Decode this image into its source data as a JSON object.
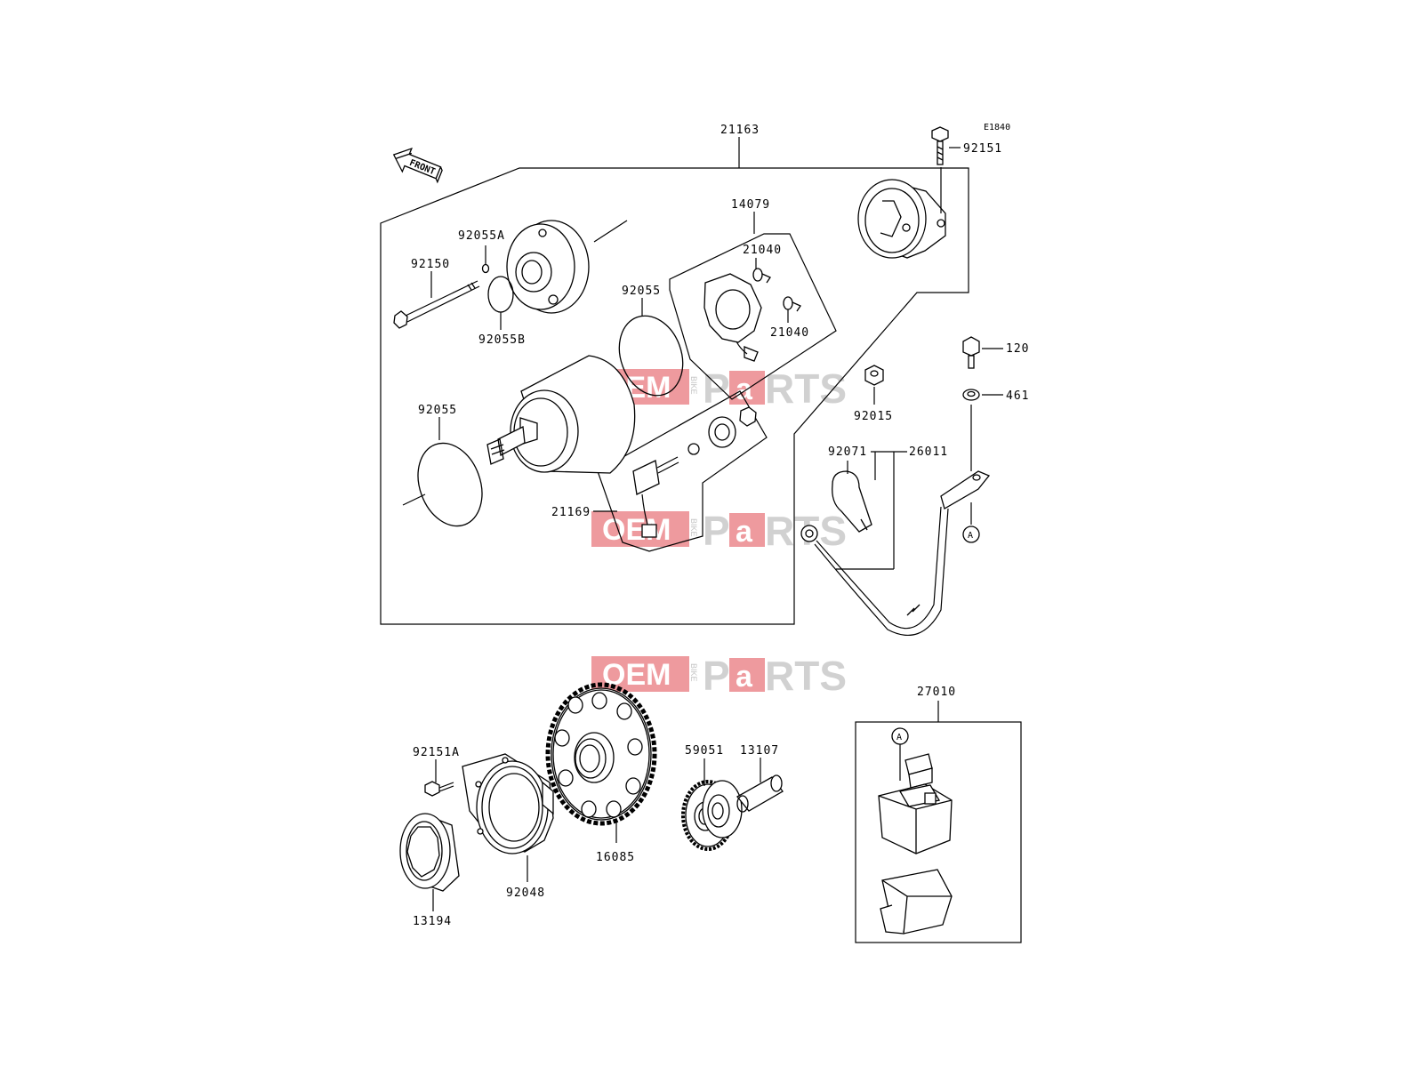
{
  "diagram_code": "E1840",
  "front_label": "FRONT",
  "callout_marker": "A",
  "part_numbers": {
    "p21163": "21163",
    "p92151": "92151",
    "p14079": "14079",
    "p92055A": "92055A",
    "p92150": "92150",
    "p92055B": "92055B",
    "p92055_upper": "92055",
    "p21040_a": "21040",
    "p21040_b": "21040",
    "p92055_lower": "92055",
    "p21169": "21169",
    "p120": "120",
    "p461": "461",
    "p92015": "92015",
    "p92071": "92071",
    "p26011": "26011",
    "p27010": "27010",
    "p92151A": "92151A",
    "p59051": "59051",
    "p13107": "13107",
    "p16085": "16085",
    "p92048": "92048",
    "p13194": "13194"
  },
  "watermark": {
    "oem": "OEM",
    "bike": "BIKE",
    "p": "P",
    "a": "a",
    "rts": "RTS"
  }
}
